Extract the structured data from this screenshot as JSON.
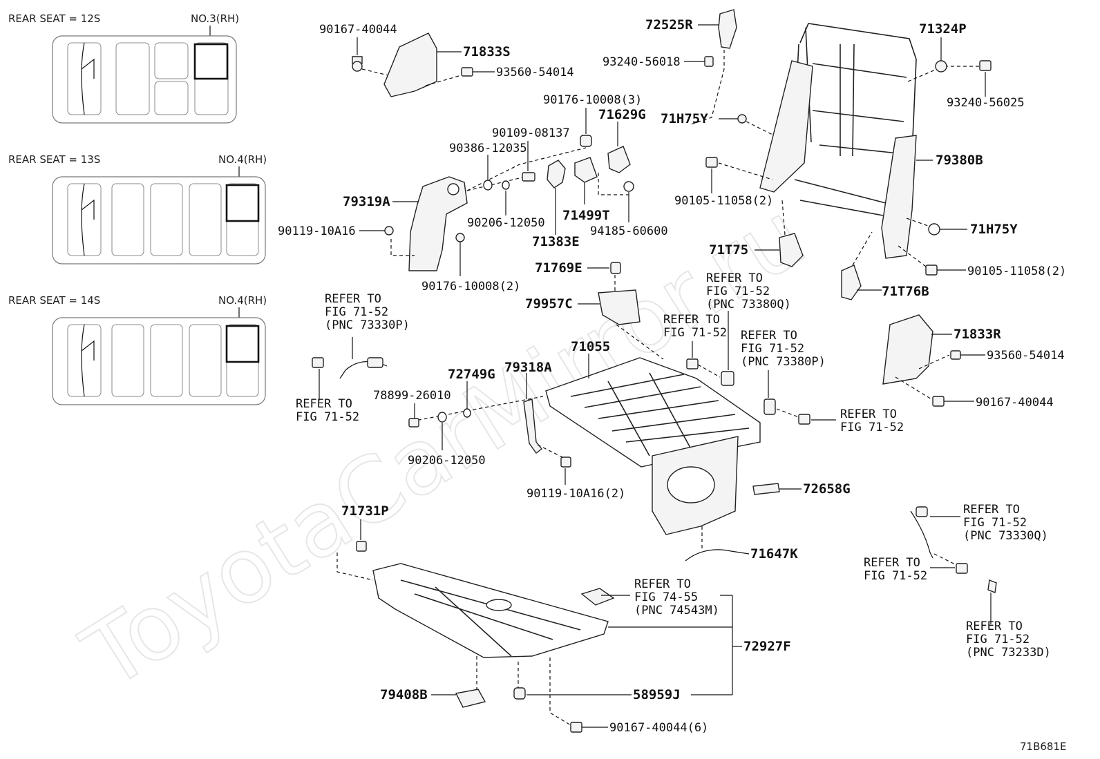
{
  "diagram_id": "71B681E",
  "watermark": "ToyotaCarMirror.ru",
  "seat_layouts": [
    {
      "label": "REAR SEAT = 12S",
      "position": "NO.3(RH)"
    },
    {
      "label": "REAR SEAT = 13S",
      "position": "NO.4(RH)"
    },
    {
      "label": "REAR SEAT = 14S",
      "position": "NO.4(RH)"
    }
  ],
  "parts": {
    "p90167_40044_top": "90167-40044",
    "p71833S": "71833S",
    "p93560_54014_top": "93560-54014",
    "p72525R": "72525R",
    "p93240_56018": "93240-56018",
    "p71324P": "71324P",
    "p93240_56025": "93240-56025",
    "p90176_10008_3": "90176-10008(3)",
    "p71629G": "71629G",
    "p90109_08137": "90109-08137",
    "p90386_12035": "90386-12035",
    "p71H75Y_top": "71H75Y",
    "p79380B": "79380B",
    "p79319A": "79319A",
    "p90105_11058_a": "90105-11058(2)",
    "p90119_10A16": "90119-10A16",
    "p90206_12050_top": "90206-12050",
    "p71499T": "71499T",
    "p94185_60600": "94185-60600",
    "p71383E": "71383E",
    "p71H75Y_right": "71H75Y",
    "p71T75": "71T75",
    "p90176_10008_2": "90176-10008(2)",
    "p71769E": "71769E",
    "p90105_11058_b": "90105-11058(2)",
    "p71T76B": "71T76B",
    "p79957C": "79957C",
    "p71055": "71055",
    "p72749G": "72749G",
    "p79318A": "79318A",
    "p78899_26010": "78899-26010",
    "p90206_12050_low": "90206-12050",
    "p90119_10A16_2": "90119-10A16(2)",
    "p71833R": "71833R",
    "p93560_54014_right": "93560-54014",
    "p90167_40044_right": "90167-40044",
    "p72658G": "72658G",
    "p71731P": "71731P",
    "p71647K": "71647K",
    "p72927F": "72927F",
    "p58959J": "58959J",
    "p79408B": "79408B",
    "p90167_40044_6": "90167-40044(6)"
  },
  "refs": {
    "r_73330P": [
      "REFER TO",
      "FIG 71-52",
      "(PNC 73330P)"
    ],
    "r_fig_left": [
      "REFER TO",
      "FIG 71-52"
    ],
    "r_73380Q": [
      "REFER TO",
      "FIG 71-52",
      "(PNC 73380Q)"
    ],
    "r_fig_mid": [
      "REFER TO",
      "FIG 71-52"
    ],
    "r_73380P": [
      "REFER TO",
      "FIG 71-52",
      "(PNC 73380P)"
    ],
    "r_fig_mid2": [
      "REFER TO",
      "FIG 71-52"
    ],
    "r_74543M": [
      "REFER TO",
      "FIG 74-55",
      "(PNC 74543M)"
    ],
    "r_73330Q": [
      "REFER TO",
      "FIG 71-52",
      "(PNC 73330Q)"
    ],
    "r_fig_right": [
      "REFER TO",
      "FIG 71-52"
    ],
    "r_73233D": [
      "REFER TO",
      "FIG 71-52",
      "(PNC 73233D)"
    ]
  }
}
